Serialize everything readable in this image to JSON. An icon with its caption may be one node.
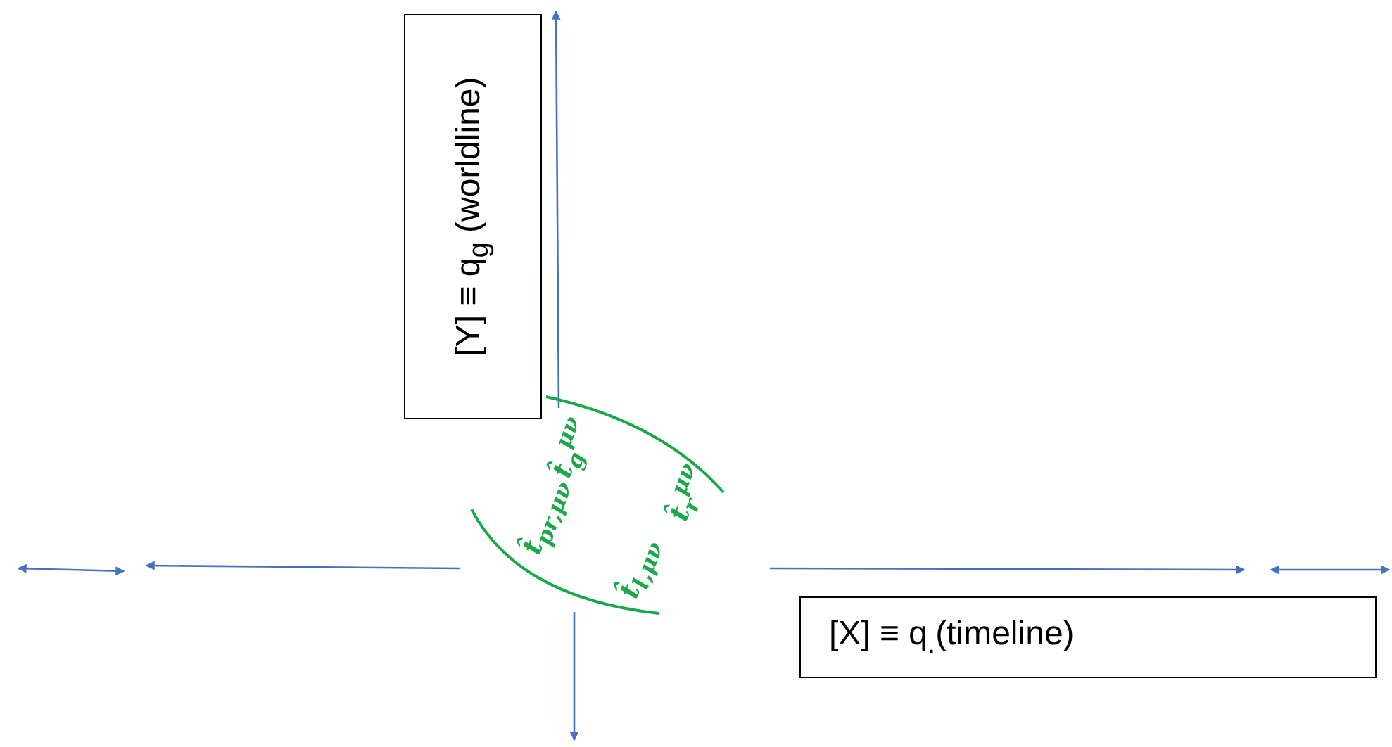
{
  "diagram": {
    "nodes": [
      {
        "text": [
          "[Y] ≡ q$_{g}$ (worldline)"
        ]
      },
      {
        "text": [
          "[X] ≡ q$_{.}$(timeline)"
        ]
      }
    ],
    "labels": [
      "t̂$_{g}$$^{μν}$",
      "t̂$_{r}$$^{μν}$",
      "t̂$_{pr,μν}$",
      "t̂$_{l,μν}$"
    ]
  }
}
